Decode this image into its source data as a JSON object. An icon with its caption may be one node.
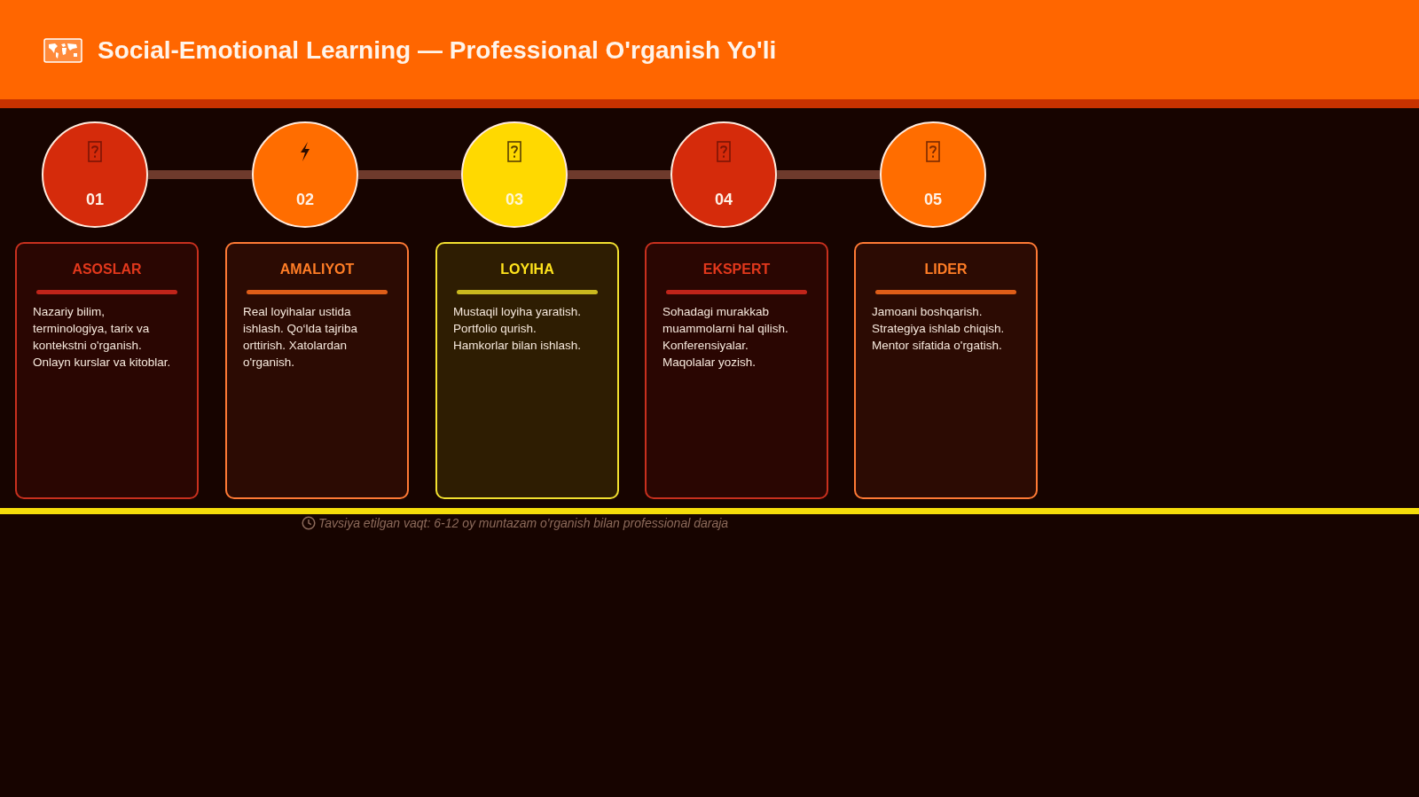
{
  "diagram": {
    "title": "Social-Emotional Learning — Professional O'rganish Yo'li",
    "nodes": [
      {
        "text": [
          "01"
        ]
      },
      {
        "text": [
          "02"
        ]
      },
      {
        "text": [
          "03"
        ]
      },
      {
        "text": [
          "04"
        ]
      },
      {
        "text": [
          "05"
        ]
      },
      {
        "text": [
          "ASOSLAR",
          "Nazariy bilim, terminologiya, tarix va kontekstni o'rganish. Onlayn kurslar va kitoblar."
        ]
      },
      {
        "text": [
          "AMALIYOT",
          "Real loyihalar ustida ishlash. Qo‘lda tajriba orttirish. Xatolardan o'rganish."
        ]
      },
      {
        "text": [
          "LOYIHA",
          "Mustaqil loyiha yaratish. Portfolio qurish. Hamkorlar bilan ishlash."
        ]
      },
      {
        "text": [
          "EKSPERT",
          "Sohadagi murakkab muammolarni hal qilish. Konferensiyalar. Maqolalar yozish."
        ]
      },
      {
        "text": [
          "LIDER",
          "Jamoani boshqarish. Strategiya ishlab chiqish. Mentor sifatida o'rgatish."
        ]
      }
    ],
    "edges": [
      {
        "from": 0,
        "to": 1,
        "arrow": "none"
      },
      {
        "from": 1,
        "to": 2,
        "arrow": "none"
      },
      {
        "from": 2,
        "to": 3,
        "arrow": "none"
      },
      {
        "from": 3,
        "to": 4,
        "arrow": "none"
      }
    ],
    "labels": [
      "Tavsiya etilgan vaqt: 6-12 oy muntazam o'rganish bilan professional daraja"
    ]
  }
}
